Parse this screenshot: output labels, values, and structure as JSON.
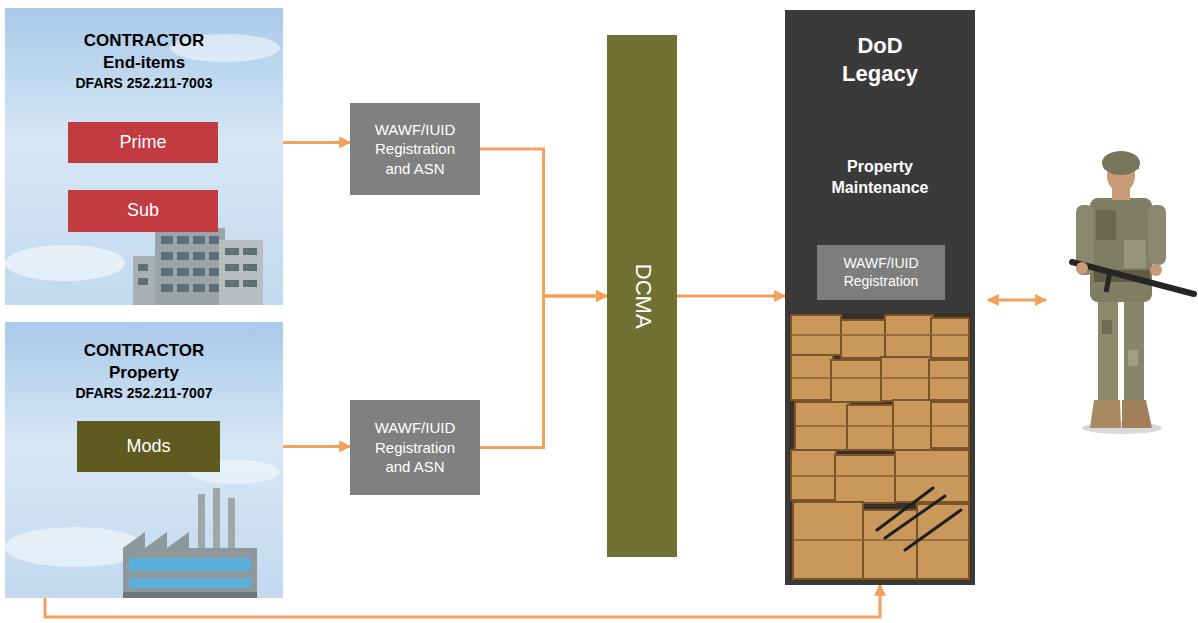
{
  "diagram": {
    "nodes": [
      {
        "text": [
          "CONTRACTOR End-items",
          "DFARS 252.211-7003"
        ]
      },
      {
        "text": [
          "Prime"
        ],
        "in": 0
      },
      {
        "text": [
          "Sub"
        ],
        "in": 0
      },
      {
        "text": [
          "CONTRACTOR Property",
          "DFARS 252.211-7007"
        ]
      },
      {
        "text": [
          "Mods"
        ],
        "in": 3
      },
      {
        "text": [
          "WAWF/IUID Registration and ASN"
        ]
      },
      {
        "text": [
          "WAWF/IUID Registration and ASN"
        ]
      },
      {
        "text": [
          "DCMA"
        ]
      },
      {
        "text": [
          "DoD Legacy",
          "Property Maintenance"
        ]
      },
      {
        "text": [
          "WAWF/IUID Registration"
        ],
        "in": 8
      }
    ],
    "edges": [
      {
        "from": 1,
        "to": 5,
        "arrow": "to"
      },
      {
        "from": 1,
        "to": 2,
        "arrow": "both"
      },
      {
        "from": 4,
        "to": 6,
        "arrow": "to"
      },
      {
        "from": 5,
        "to": 7,
        "arrow": "to"
      },
      {
        "from": 6,
        "to": 7,
        "arrow": "to"
      },
      {
        "from": 7,
        "to": 8,
        "arrow": "to"
      },
      {
        "from": 4,
        "to": 8,
        "arrow": "both"
      }
    ]
  }
}
